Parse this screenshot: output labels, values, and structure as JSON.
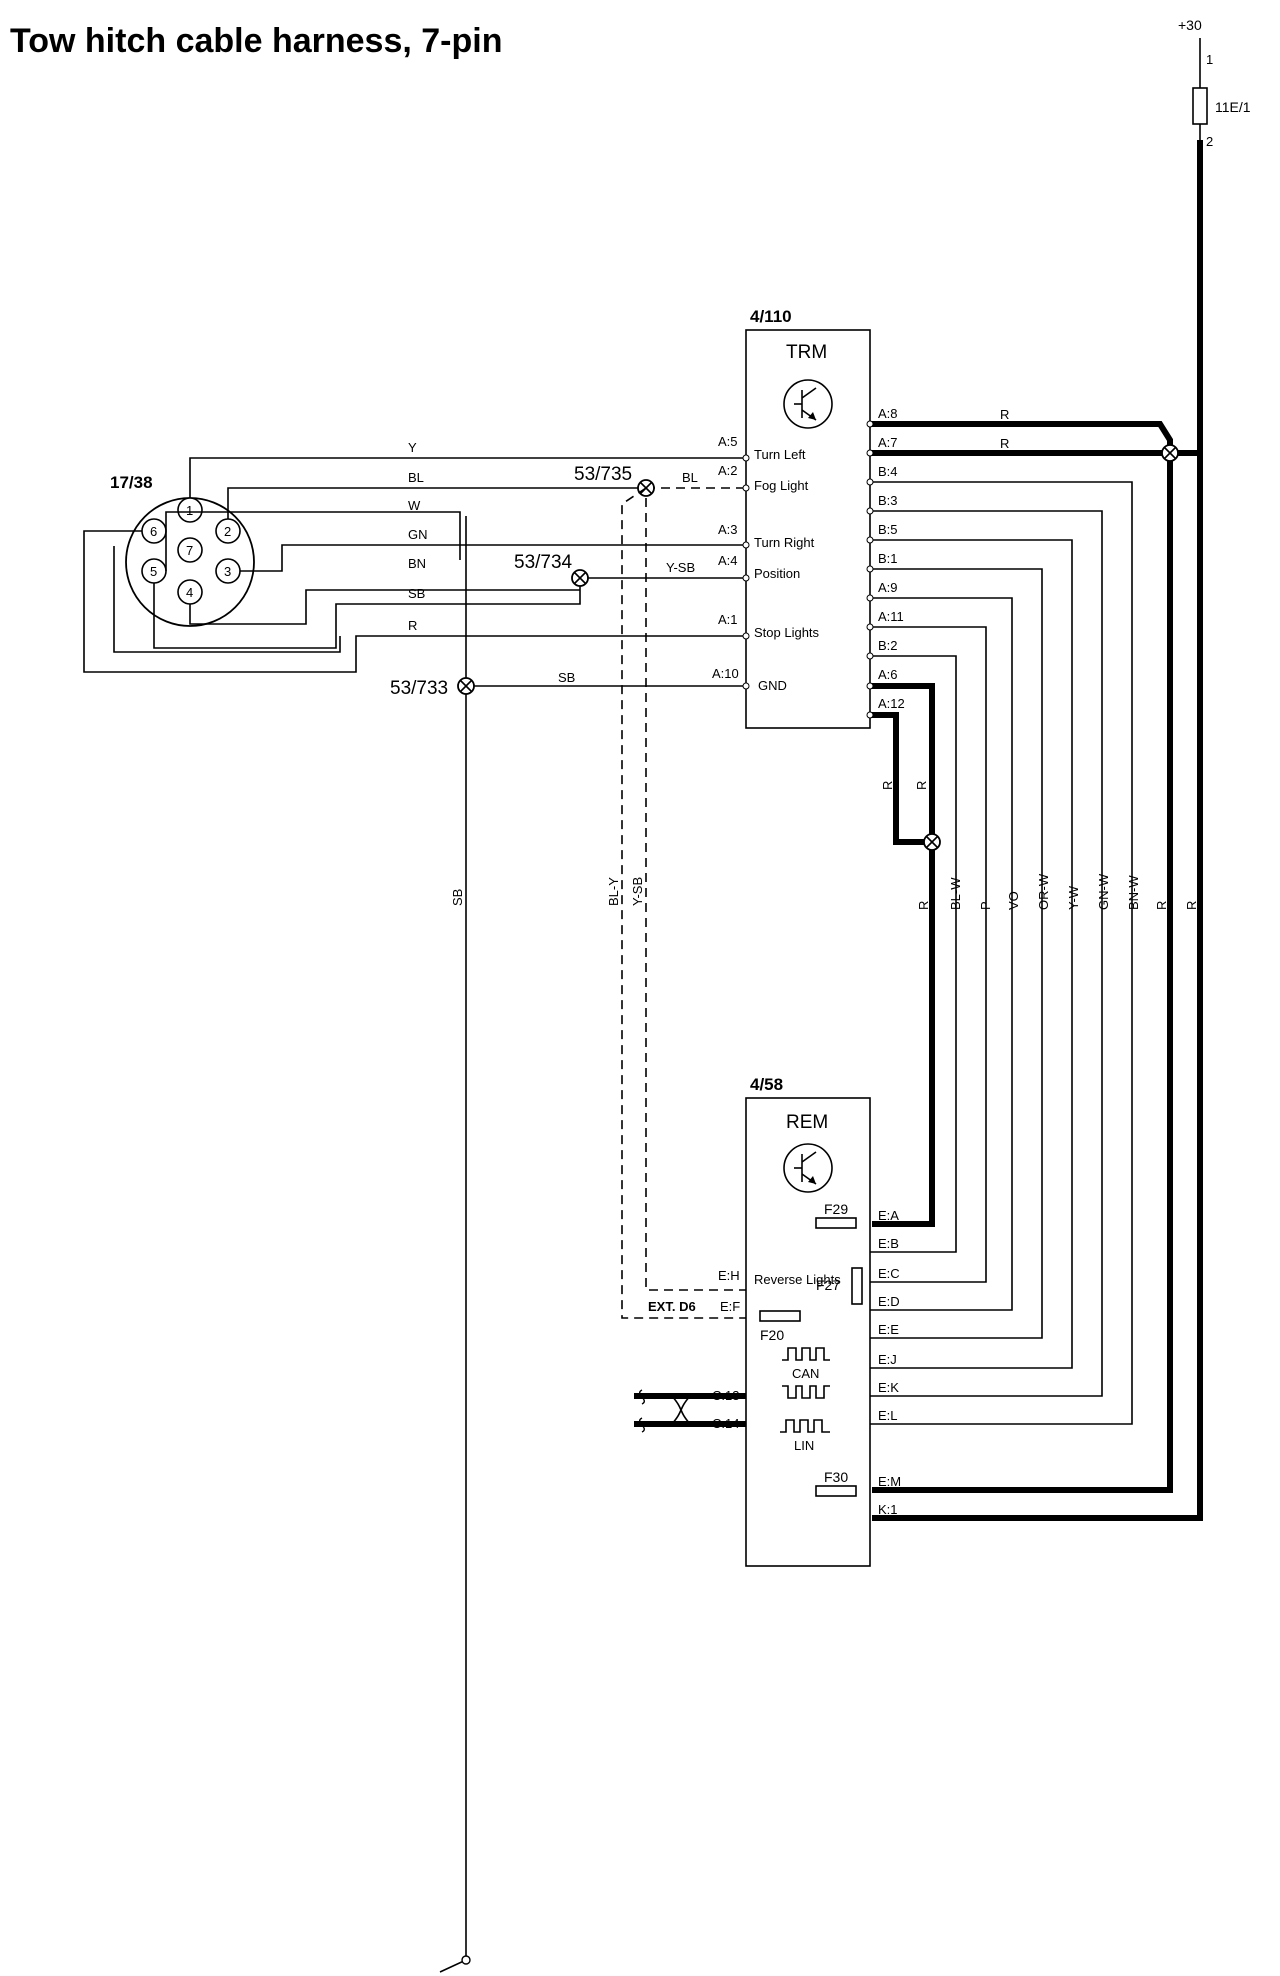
{
  "title": "Tow hitch cable harness, 7-pin",
  "supply": {
    "label": "+30",
    "fuse": "11E/1",
    "pin1": "1",
    "pin2": "2"
  },
  "connector": {
    "id": "17/38",
    "pins": [
      "1",
      "2",
      "3",
      "4",
      "5",
      "6",
      "7"
    ]
  },
  "trm": {
    "id": "4/110",
    "name": "TRM",
    "inputs": [
      {
        "pin": "A:5",
        "func": "Turn Left"
      },
      {
        "pin": "A:2",
        "func": "Fog Light"
      },
      {
        "pin": "A:3",
        "func": "Turn Right"
      },
      {
        "pin": "A:4",
        "func": "Position"
      },
      {
        "pin": "A:1",
        "func": "Stop Lights"
      },
      {
        "pin": "A:10",
        "func": "GND"
      }
    ],
    "outputs": [
      "A:8",
      "A:7",
      "B:4",
      "B:3",
      "B:5",
      "B:1",
      "A:9",
      "A:11",
      "B:2",
      "A:6",
      "A:12"
    ]
  },
  "rem": {
    "id": "4/58",
    "name": "REM",
    "right_pins": [
      "E:A",
      "E:B",
      "E:C",
      "E:D",
      "E:E",
      "E:J",
      "E:K",
      "E:L",
      "E:M",
      "K:1"
    ],
    "left_pins": [
      "E:H",
      "E:F",
      "C:13",
      "C:14"
    ],
    "reverse": "Reverse Lights",
    "ext": "EXT. D6",
    "fuses": [
      "F29",
      "F27",
      "F20",
      "F30"
    ],
    "bus": [
      "CAN",
      "LIN"
    ]
  },
  "splices": [
    "53/735",
    "53/734",
    "53/733"
  ],
  "wire_colors": {
    "left": [
      "Y",
      "BL",
      "W",
      "GN",
      "BN",
      "SB",
      "R"
    ],
    "BL_735": "BL",
    "YSB_734": "Y-SB",
    "SB_733": "SB",
    "vertical_SB": "SB",
    "dashed": [
      "BL-Y",
      "Y-SB"
    ],
    "top_R": [
      "R",
      "R"
    ],
    "pair_R": [
      "R",
      "R"
    ],
    "bundle": [
      "R",
      "BL-W",
      "P",
      "VO",
      "OR-W",
      "Y-W",
      "GN-W",
      "BN-W",
      "R",
      "R"
    ]
  }
}
